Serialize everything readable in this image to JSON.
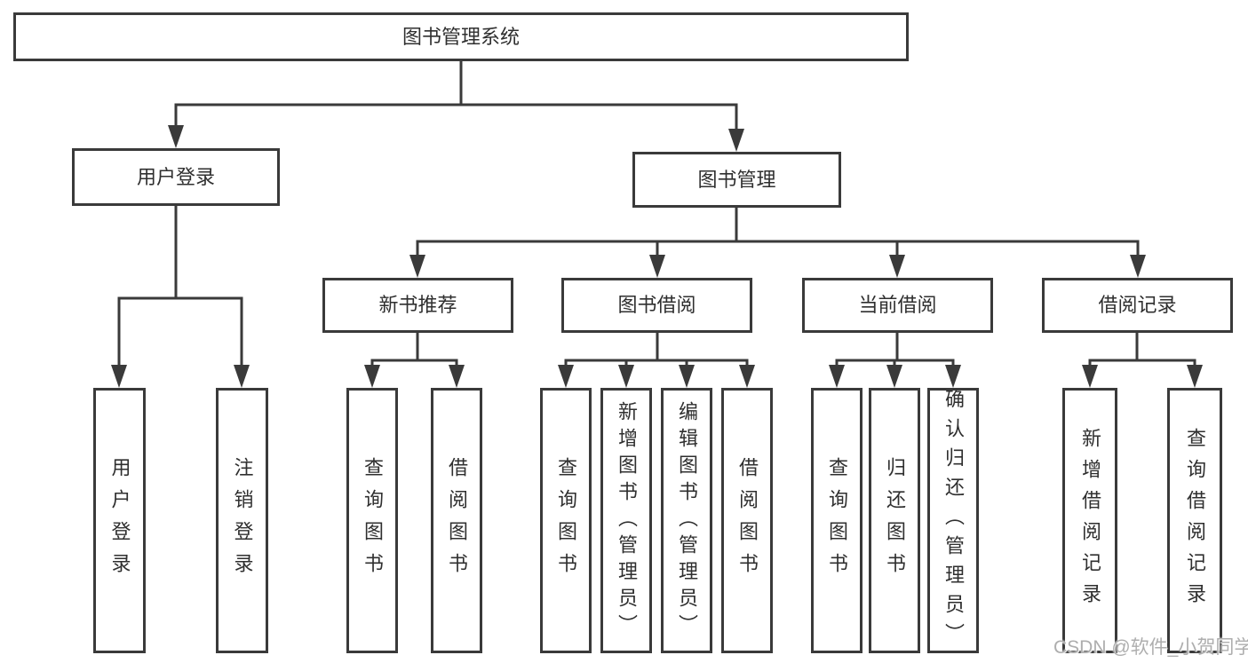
{
  "diagram": {
    "title": "图书管理系统",
    "level2": [
      "用户登录",
      "图书管理"
    ],
    "level3": [
      "新书推荐",
      "图书借阅",
      "当前借阅",
      "借阅记录"
    ],
    "leaves": {
      "user_login": [
        "用户登录",
        "注销登录"
      ],
      "new_book_recommend": [
        "查询图书",
        "借阅图书"
      ],
      "book_borrow": [
        "查询图书",
        "新增图书（管理员）",
        "编辑图书（管理员）",
        "借阅图书"
      ],
      "current_borrow": [
        "查询图书",
        "归还图书",
        "确认归还（管理员）"
      ],
      "borrow_record": [
        "新增借阅记录",
        "查询借阅记录"
      ]
    }
  },
  "watermark": {
    "text": "CSDN @软件_小贺同学"
  },
  "colors": {
    "line": "#3a3a3a",
    "text": "#2f2f2f",
    "box_fill": "#ffffff",
    "background": "#ffffff",
    "watermark": "#aeaeae"
  }
}
